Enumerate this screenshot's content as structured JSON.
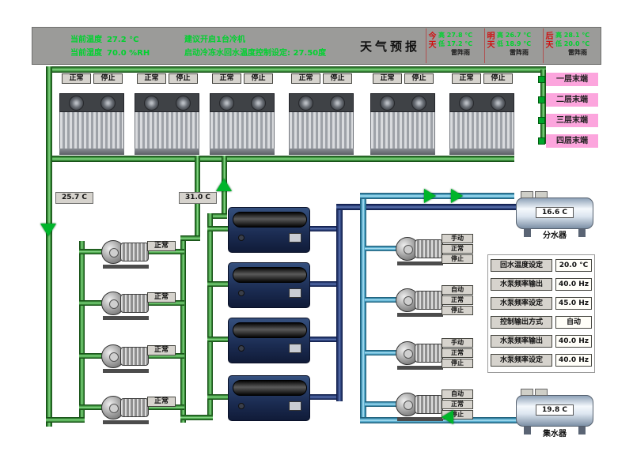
{
  "header": {
    "temp_label": "当前温度",
    "temp_value": "27.2 °C",
    "humidity_label": "当前湿度",
    "humidity_value": "70.0 %RH",
    "suggestion_line1": "建议开启1台冷机",
    "suggestion_line2": "启动冷冻水回水温度控制设定: 27.50度",
    "weather_title": "天气预报",
    "weather": [
      {
        "day": "今天",
        "high": "高 27.8 °C",
        "low": "低 17.2 °C",
        "desc": "雷阵雨"
      },
      {
        "day": "明天",
        "high": "高 26.7 °C",
        "low": "低 18.9 °C",
        "desc": "雷阵雨"
      },
      {
        "day": "后天",
        "high": "高 28.1 °C",
        "low": "低 20.0 °C",
        "desc": "雷阵雨"
      }
    ]
  },
  "towers": {
    "normal": "正常",
    "stop": "停止"
  },
  "floors": [
    "一层末端",
    "二层末端",
    "三层末端",
    "四层末端"
  ],
  "readings": {
    "cooling_supply_temp": "25.7 C",
    "cooling_return_temp": "31.0 C",
    "distributor_temp": "16.6 C",
    "collector_temp": "19.8 C"
  },
  "pumps": {
    "left_status": "正常"
  },
  "right_pumps": [
    {
      "s1": "手动",
      "s2": "正常",
      "s3": "停止"
    },
    {
      "s1": "自动",
      "s2": "正常",
      "s3": "停止"
    },
    {
      "s1": "手动",
      "s2": "正常",
      "s3": "停止"
    },
    {
      "s1": "自动",
      "s2": "正常",
      "s3": "停止"
    }
  ],
  "tanks": {
    "distributor": "分水器",
    "collector": "集水器"
  },
  "params": [
    {
      "label": "回水温度设定",
      "value": "20.0 °C"
    },
    {
      "label": "水泵频率输出",
      "value": "40.0 Hz"
    },
    {
      "label": "水泵频率设定",
      "value": "45.0 Hz"
    },
    {
      "label": "控制输出方式",
      "value": "自动"
    },
    {
      "label": "水泵频率输出",
      "value": "40.0 Hz"
    },
    {
      "label": "水泵频率设定",
      "value": "40.0 Hz"
    }
  ]
}
